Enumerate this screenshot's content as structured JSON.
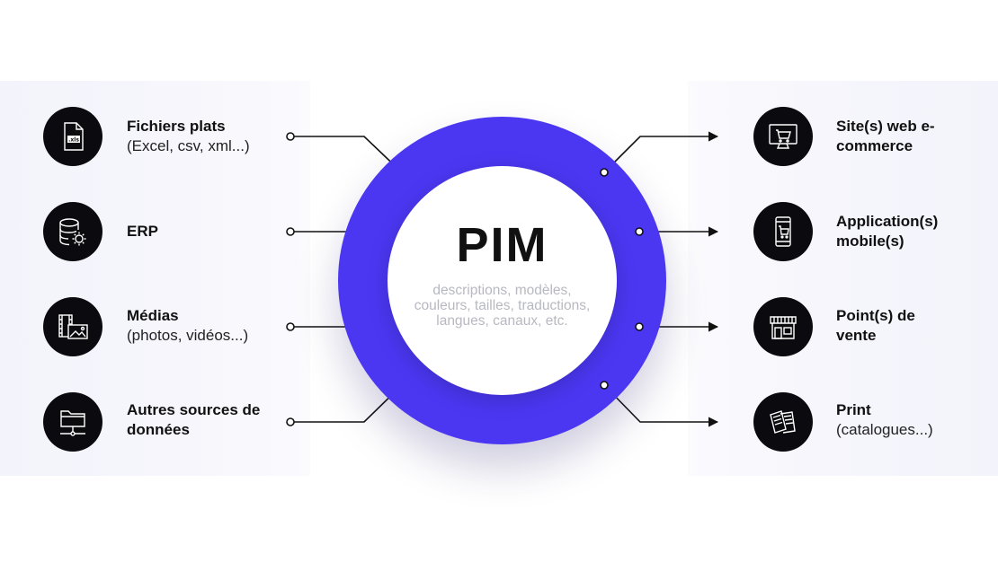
{
  "center": {
    "title": "PIM",
    "description": "descriptions, modèles, couleurs, tailles, traductions, langues, canaux, etc."
  },
  "inputs": [
    {
      "title": "Fichiers plats",
      "subtitle": "(Excel, csv, xml...)",
      "icon": "xls-file-icon"
    },
    {
      "title": "ERP",
      "subtitle": "",
      "icon": "database-gear-icon"
    },
    {
      "title": "Médias",
      "subtitle": "(photos, vidéos...)",
      "icon": "media-film-icon"
    },
    {
      "title": "Autres sources de données",
      "subtitle": "",
      "icon": "network-folder-icon"
    }
  ],
  "outputs": [
    {
      "title": "Site(s) web e-commerce",
      "subtitle": "",
      "icon": "monitor-cart-icon"
    },
    {
      "title": "Application(s) mobile(s)",
      "subtitle": "",
      "icon": "phone-cart-icon"
    },
    {
      "title": "Point(s) de vente",
      "subtitle": "",
      "icon": "storefront-icon"
    },
    {
      "title": "Print",
      "subtitle": "(catalogues...)",
      "icon": "catalog-icon"
    }
  ],
  "colors": {
    "ring": "#4b37f2",
    "icon_background": "#0b0b0f",
    "description_text": "#b8b8c2"
  }
}
